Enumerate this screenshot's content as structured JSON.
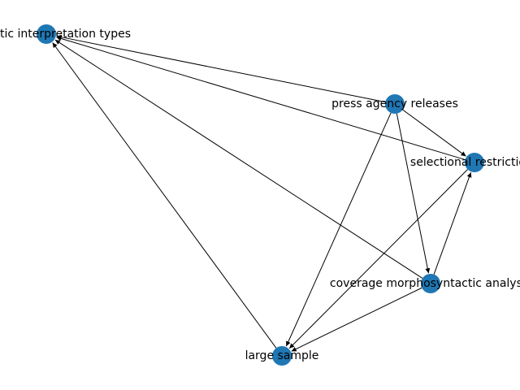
{
  "graph": {
    "node_color": "#1f77b4",
    "edge_color": "#000000",
    "directed": true,
    "nodes": [
      {
        "id": "semantic",
        "label": "semantic interpretation types"
      },
      {
        "id": "press",
        "label": "press agency releases"
      },
      {
        "id": "selectional",
        "label": "selectional restrictions"
      },
      {
        "id": "coverage",
        "label": "coverage morphosyntactic analysis"
      },
      {
        "id": "sample",
        "label": "large sample"
      }
    ],
    "edges": [
      {
        "source": "press",
        "target": "semantic"
      },
      {
        "source": "press",
        "target": "selectional"
      },
      {
        "source": "press",
        "target": "coverage"
      },
      {
        "source": "press",
        "target": "sample"
      },
      {
        "source": "selectional",
        "target": "semantic"
      },
      {
        "source": "selectional",
        "target": "sample"
      },
      {
        "source": "coverage",
        "target": "semantic"
      },
      {
        "source": "coverage",
        "target": "selectional"
      },
      {
        "source": "coverage",
        "target": "sample"
      },
      {
        "source": "sample",
        "target": "semantic"
      }
    ]
  }
}
